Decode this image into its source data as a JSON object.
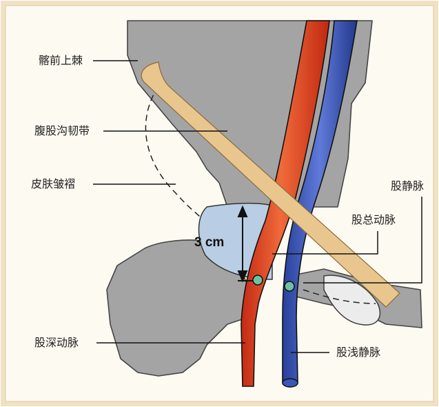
{
  "labels": {
    "asis": "髂前上棘",
    "inguinal_ligament": "腹股沟韧带",
    "skin_crease": "皮肤皱褶",
    "femoral_vein": "股静脉",
    "common_femoral_artery": "股总动脉",
    "measurement": "3 cm",
    "deep_femoral_artery": "股深动脉",
    "great_saphenous_vein": "股浅静脉"
  },
  "colors": {
    "frame": "#f0e3c4",
    "background": "#fdfaf1",
    "bone": "#a3a3a3",
    "ligament": "#e8c68e",
    "artery": "#e0482a",
    "vein": "#3a56b8",
    "triangle": "#b9cde4",
    "puncture_point": "#6dc2a3"
  }
}
